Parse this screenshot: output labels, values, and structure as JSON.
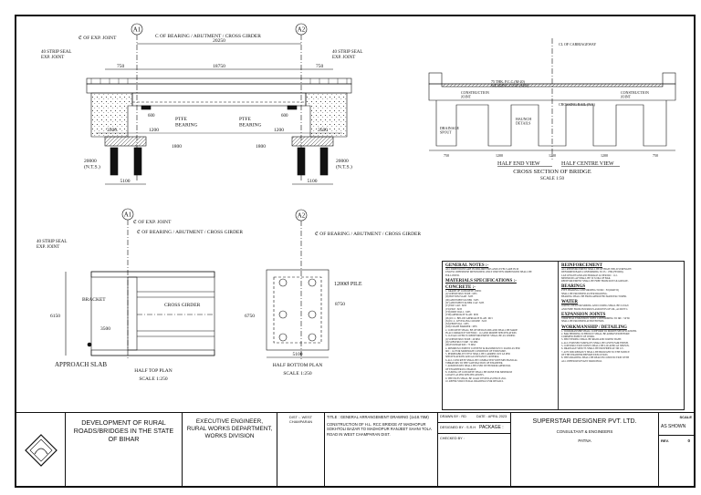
{
  "elevation": {
    "axis_a1": "A1",
    "axis_a2": "A2",
    "cl_exp_joint": "ℭ OF EXP. JOINT",
    "cl_bearing": "C OF BEARING / ABUTMENT / CROSS GIRDER",
    "overall_span": "20250",
    "strip_seal_left": "40 STRIP SEAL\nEXP. JOINT",
    "strip_seal_right": "40 STRIP SEAL\nEXP. JOINT",
    "dim_750_left": "750",
    "dim_18750": "18750",
    "dim_750_right": "750",
    "ptfe_left": "PTFE\nBEARING",
    "ptfe_right": "PTFE\nBEARING",
    "dim_3500_left": "3500",
    "dim_1200_left": "1200",
    "dim_1200_right": "1200",
    "dim_3500_right": "3500",
    "dim_1800_left": "1800",
    "dim_1800_right": "1800",
    "dim_20000_left": "20000\n(N.T.S.)",
    "dim_20000_right": "20000\n(N.T.S.)",
    "dim_5100_left": "5100",
    "dim_5100_right": "5100",
    "dim_600_left": "600",
    "dim_600_right": "600"
  },
  "cross_section": {
    "title": "CROSS SECTION OF BRIDGE",
    "scale": "SCALE 1:50",
    "half_end": "HALF END VIEW",
    "half_centre": "HALF CENTRE VIEW",
    "lbl_wearing": "75 THK. P.C.C.(M-20)\nWEARING COAT (M30)",
    "lbl_const_joint_left": "CONSTRUCTION\nJOINT",
    "lbl_const_joint_right": "CONSTRUCTION\nJOINT",
    "lbl_crossing": "CROSSING RAIL (N/S)",
    "lbl_haunch": "HAUNCH\nDETAILS",
    "lbl_drainage": "DRAINAGE\nSPOUT",
    "lbl_carriageway": "CL OF CARRIAGEWAY",
    "dims": [
      "750",
      "1200",
      "1200",
      "1200",
      "750"
    ]
  },
  "plans": {
    "axis_a1": "A1",
    "axis_a2": "A2",
    "cl_exp_joint": "ℭ OF EXP. JOINT",
    "cl_bearing_1": "ℭ OF BEARING / ABUTMENT / CROSS GIRDER",
    "cl_bearing_2": "ℭ OF BEARING / ABUTMENT / CROSS GIRDER",
    "strip_seal": "40 STRIP SEAL\nEXP. JOINT",
    "bracket": "BRACKET",
    "cross_girder": "CROSS GIRDER",
    "dim_6150": "6150",
    "dim_3500": "3500",
    "dim_6750": "6750",
    "dim_8750": "8750",
    "pile": "1200Ø PILE",
    "approach_slab": "APPROACH SLAB",
    "half_top": "HALF TOP PLAN",
    "half_top_scale": "SCALE 1:250",
    "half_bottom": "HALF BOTTOM PLAN",
    "half_bottom_scale": "SCALE 1:250",
    "dim_5100": "5100"
  },
  "notes": {
    "general_notes": "GENERAL NOTES :-",
    "materials": "MATERIALS SPECIFICATIONS :-",
    "concrete": "CONCRETE :-",
    "reinforcement": "REINFORCEMENT",
    "bearings": "BEARINGS",
    "water": "WATER",
    "exp_joints": "EXPANSION JOINTS",
    "workmanship": "WORKMANSHIP / DETAILING",
    "col1_lines": [
      "ALL DIMENSIONS ARE IN MILLIMETERS AND LEVELS ARE IN M",
      "UNLESS OTHERWISE MENTIONED. ONLY WRITTEN DIMENSIONS SHALL BE",
      "FOLLOWED.",
      "1. GRADE OF CONCRETE USED:",
      "   (I) SUPERSTRUCTURE : M35",
      "   (II) BOTTOM SLAB : M35",
      "   (III) ABUTMENT & PIER : M35",
      "   (IV) ABUTMENT & PIER CAP : M35",
      "   (V) PILE CAP : M35",
      "   (VI) PILE : M35",
      "   (VII) DIRT WALL : M35",
      "   (VIII) APPROACH SLAB : M30",
      "   (IX) P.C.C. BELOW APPROACH SLAB : M15",
      "   (X) P.C.C. LEVELLING COURSE : M15",
      "   (XI) PEDESTAL : M35",
      "   (XII) CRASH BARRIER : M35",
      "2. CONCRETE SHALL BE OF DESIGN MIX AND SHALL BE MADE",
      "   IN ACCORDANCE WITH IRC : 112 AND MORTH SPECIFICATION.",
      "3. CLEAR COVER TO REINFORCEMENT SHALL BE AS UNDER :",
      "   (I) SUPERSTRUCTURE : 40 MM",
      "   (II) SUBSTRUCTURE : 50 MM",
      "   (III) FOUNDATION : 75 MM",
      "4. MINIMUM CEMENT CONTENT & MAXIMUM W/C RATIO AS PER",
      "   IRC : 112 FOR MODERATE CONDITION OF EXPOSURE.",
      "5. PERMEABILITY TEST SHALL BE CARRIED OUT AS PER",
      "   SPECIFICATIONS AND ACCEPTANCE CRITERIA.",
      "6. ALL CONCRETE SHALL BE COMPACTED WITH MECHANICAL",
      "   VIBRATORS TO THE SATISFACTION OF ENGINEER.",
      "7. ADMIXTURES SHALL BE USED WITH PRIOR APPROVAL",
      "   OF ENGINEER-IN-CHARGE.",
      "8. CURING OF CONCRETE SHALL BE DONE FOR MINIMUM",
      "   14 DAYS AS PER SPECIFICATIONS.",
      "9. THE PILES SHALL BE LOAD TESTED AS PER IS 2911.",
      "10. REFER STRUCTURAL DRAWINGS FOR DETAILS."
    ],
    "col2_lines": [
      "ALL REINFORCEMENT SHALL BE OF HIGH YIELD STRENGTH",
      "DEFORMED BARS CONFORMING TO IS : 1786 (FE500D).",
      "LAP LENGTH AND ANCHORAGE AS PER IRC : 112.",
      "MINIMUM LAP SHALL BE 50 X DIA OF BAR.",
      "REINFORCEMENT SHALL BE FREE FROM RUST & GREASE.",
      "",
      "PTFE BEARING CONFORMING TO IRC : 83 (PART II)",
      "SHALL BE PROVIDED AS PER DRAWING.",
      "BEARING SHALL BE FROM APPROVED MANUFACTURER.",
      "",
      "WATER USED FOR MIXING AND CURING SHALL BE CLEAN",
      "AND FREE FROM INJURIOUS AMOUNTS OF OIL, ACID ETC.",
      "",
      "STRIP SEAL EXPANSION JOINT CONFORMING TO IRC : SP 69",
      "SHALL BE PROVIDED AT BOTH ENDS.",
      "",
      "1. WORKMANSHIP SHALL CONFORM TO MORTH SPECIFICATIONS.",
      "2. BAR BENDING SCHEDULE SHALL BE APPROVED BEFORE",
      "   COMMENCEMENT OF WORK.",
      "3. SHUTTERING SHALL BE RIGID AND WATER TIGHT.",
      "4. ALL EXPOSED SURFACES SHALL BE GIVEN FAIR FINISH.",
      "5. CONSTRUCTION JOINTS SHALL BE LOCATED AS SHOWN.",
      "6. DRAINAGE SPOUTS SHALL BE PROVIDED AT 3M C/C.",
      "7. ANY DISCREPANCY SHALL BE BROUGHT TO THE NOTICE",
      "   OF THE ENGINEER BEFORE EXECUTION.",
      "8. THIS DRAWING SHALL BE READ IN CONJUNCTION WITH",
      "   ALL OTHER RELEVANT DRAWINGS."
    ]
  },
  "title_block": {
    "org_title": "DEVELOPMENT OF RURAL ROADS/BRIDGES IN THE STATE OF BIHAR",
    "executive": "EXECUTIVE ENGINEER,\nRURAL WORKS DEPARTMENT,\nWORKS DIVISION",
    "dist": "DIST :- WEST CHAMPARAN",
    "title_label": "TITLE :",
    "title": "GENERAL ARRANGEMENT DRAWING (1x18.75M)",
    "construction": "CONSTRUCTION OF H.L. RCC BRIDGE AT MADHOPUR SOKHTOLI BAZAR TO MADHOPUR RANJEET SAHNI TOLA ROAD IN WEST CHAMPARAN DIST.",
    "drawn_by": "DRAWN BY : RD",
    "date": "DATE : APRIL 2023",
    "designed_by": "DESIGNED BY : S.R.H",
    "package": "PACKAGE :",
    "checked_by": "CHECKED BY :",
    "consultant": "SUPERSTAR DESIGNER PVT. LTD.",
    "consultant_sub": "CONSULTANT & ENGINEERS",
    "city": "PATNA",
    "scale_label": "SCALE",
    "scale_value": "AS SHOWN",
    "rev_label": "REV.",
    "rev_value": "0"
  }
}
